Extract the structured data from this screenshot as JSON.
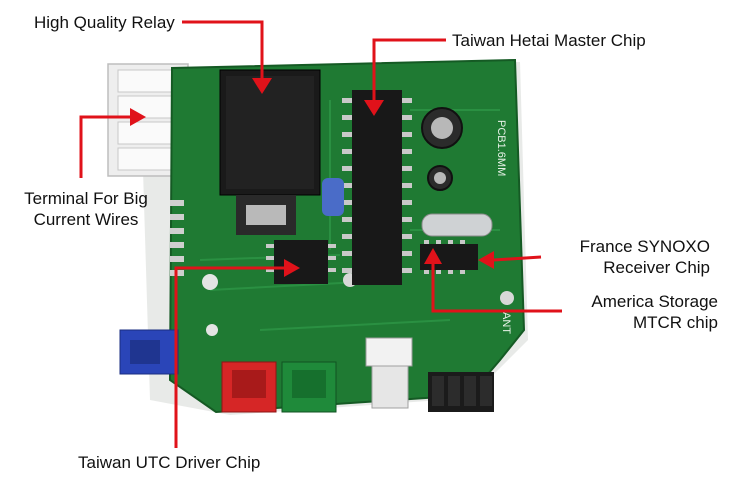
{
  "labels": {
    "relay": "High Quality Relay",
    "master_chip": "Taiwan Hetai Master Chip",
    "terminal_line1": "Terminal For Big",
    "terminal_line2": "Current Wires",
    "receiver_line1": "France SYNOXO",
    "receiver_line2": "Receiver Chip",
    "storage_line1": "America Storage",
    "storage_line2": "MTCR chip",
    "driver": "Taiwan UTC Driver Chip"
  },
  "board_text": {
    "pcb_code": "PCB1.6MM",
    "ant": "ANT"
  },
  "colors": {
    "pcb": "#1f7a33",
    "pcb_dark": "#155a24",
    "arrow": "#e0121a",
    "relay": "#1a1a1a",
    "chip": "#181818",
    "connector_white": "#f2f2f2",
    "connector_blue": "#2a45b8",
    "connector_red": "#d62626",
    "connector_green": "#1f8a3a",
    "connector_black": "#1b1b1b"
  }
}
